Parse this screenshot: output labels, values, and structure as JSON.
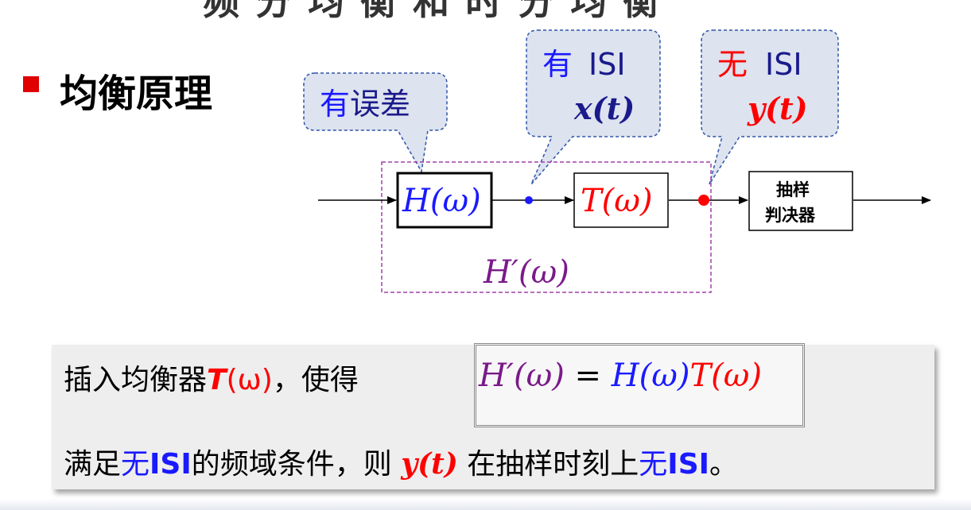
{
  "slide": {
    "title_fragment": "频 分 均 衡 和 时 分 均 衡",
    "heading": "均衡原理"
  },
  "diagram": {
    "callout_error": "有误差",
    "callout_isi_word": "有",
    "callout_isi_suffix": "ISI",
    "callout_isi_signal": "x(t)",
    "callout_noisi_word": "无",
    "callout_noisi_suffix": "ISI",
    "callout_noisi_signal": "y(t)",
    "block_h": "H(ω)",
    "block_t": "T(ω)",
    "block_sampler_line1": "抽样",
    "block_sampler_line2": "判决器",
    "combined_label": "H′(ω)",
    "colors": {
      "blue": "#1a1aff",
      "red": "#ff0000",
      "purple": "#7a1a8a",
      "dark_blue": "#1a1a8c"
    }
  },
  "explanation": {
    "line1_prefix": "插入均衡器",
    "line1_symbol": "T",
    "line1_symbol_arg": "(ω)",
    "line1_suffix": "，使得",
    "formula_lhs": "H′(ω)",
    "formula_eq": " = ",
    "formula_h": "H(ω)",
    "formula_t": "T(ω)",
    "line2_part1": "满足",
    "line2_part2": "无",
    "line2_part3": "ISI",
    "line2_part4": "的频域条件，则 ",
    "line2_part5": "y(t)",
    "line2_part6": " 在抽样时刻上",
    "line2_part7": "无",
    "line2_part8": "ISI",
    "line2_part9": "。"
  }
}
